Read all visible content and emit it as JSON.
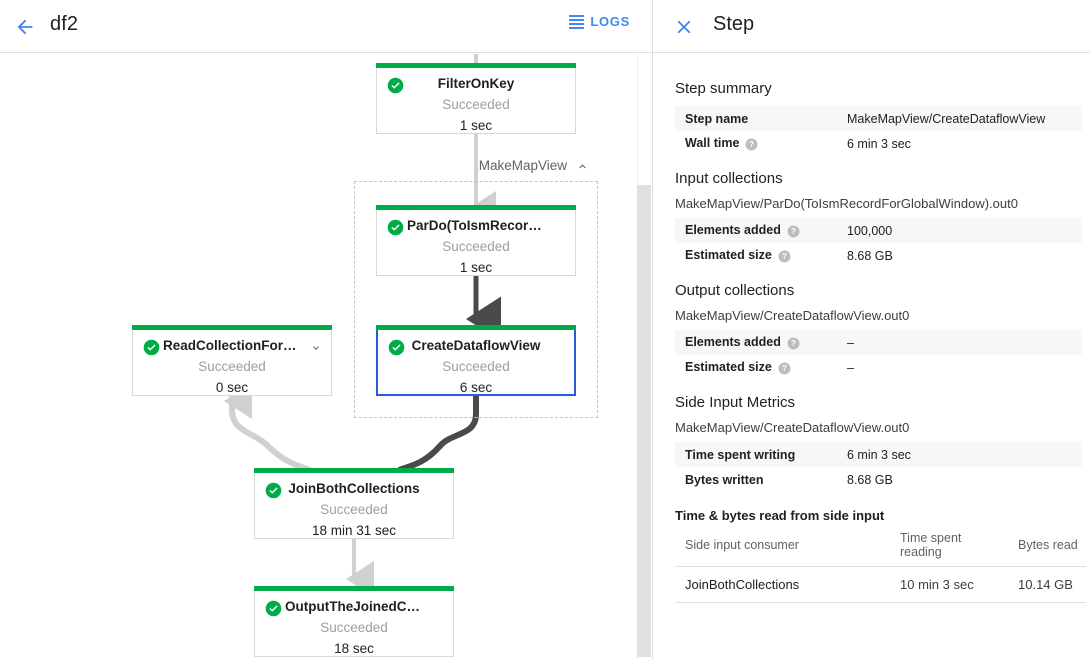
{
  "left": {
    "back_icon": "arrow-left-icon",
    "job_title": "df2",
    "logs_label": "LOGS",
    "logs_icon": "list-icon"
  },
  "graph": {
    "group": {
      "label": "MakeMapView",
      "chevron": "chevron-up-icon"
    },
    "nodes": [
      {
        "id": "filter-on-key",
        "name": "FilterOnKey",
        "status": "Succeeded",
        "time": "1 sec",
        "status_icon": "check-circle-icon",
        "selected": false,
        "chevron": null
      },
      {
        "id": "pardo-toismrecordfor",
        "name": "ParDo(ToIsmRecordFor…",
        "status": "Succeeded",
        "time": "1 sec",
        "status_icon": "check-circle-icon",
        "selected": false,
        "chevron": null
      },
      {
        "id": "create-dataflow-view",
        "name": "CreateDataflowView",
        "status": "Succeeded",
        "time": "6 sec",
        "status_icon": "check-circle-icon",
        "selected": true,
        "chevron": null
      },
      {
        "id": "read-collection-for-join",
        "name": "ReadCollectionForJoin",
        "status": "Succeeded",
        "time": "0 sec",
        "status_icon": "check-circle-icon",
        "selected": false,
        "chevron": "chevron-down-icon"
      },
      {
        "id": "join-both-collections",
        "name": "JoinBothCollections",
        "status": "Succeeded",
        "time": "18 min 31 sec",
        "status_icon": "check-circle-icon",
        "selected": false,
        "chevron": null
      },
      {
        "id": "output-the-joined-collec",
        "name": "OutputTheJoinedCollec…",
        "status": "Succeeded",
        "time": "18 sec",
        "status_icon": "check-circle-icon",
        "selected": false,
        "chevron": null
      }
    ]
  },
  "colors": {
    "accent": "#4285f4",
    "success": "#00ac47",
    "selection": "#2b5fd9",
    "edge_light": "#d0d0d0",
    "edge_dark": "#4a4a4a"
  },
  "right": {
    "close_icon": "close-icon",
    "title": "Step",
    "step_summary": {
      "heading": "Step summary",
      "rows": [
        {
          "key": "Step name",
          "help": false,
          "value": "MakeMapView/CreateDataflowView"
        },
        {
          "key": "Wall time",
          "help": true,
          "value": "6 min 3 sec"
        }
      ]
    },
    "input_collections": {
      "heading": "Input collections",
      "name": "MakeMapView/ParDo(ToIsmRecordForGlobalWindow).out0",
      "rows": [
        {
          "key": "Elements added",
          "help": true,
          "value": "100,000"
        },
        {
          "key": "Estimated size",
          "help": true,
          "value": "8.68 GB"
        }
      ]
    },
    "output_collections": {
      "heading": "Output collections",
      "name": "MakeMapView/CreateDataflowView.out0",
      "rows": [
        {
          "key": "Elements added",
          "help": true,
          "value": "–"
        },
        {
          "key": "Estimated size",
          "help": true,
          "value": "–"
        }
      ]
    },
    "side_input_metrics": {
      "heading": "Side Input Metrics",
      "name": "MakeMapView/CreateDataflowView.out0",
      "rows": [
        {
          "key": "Time spent writing",
          "help": false,
          "value": "6 min 3 sec"
        },
        {
          "key": "Bytes written",
          "help": false,
          "value": "8.68 GB"
        }
      ],
      "table_heading": "Time & bytes read from side input",
      "columns": [
        "Side input consumer",
        "Time spent reading",
        "Bytes read"
      ],
      "rows_data": [
        [
          "JoinBothCollections",
          "10 min 3 sec",
          "10.14 GB"
        ]
      ]
    }
  }
}
